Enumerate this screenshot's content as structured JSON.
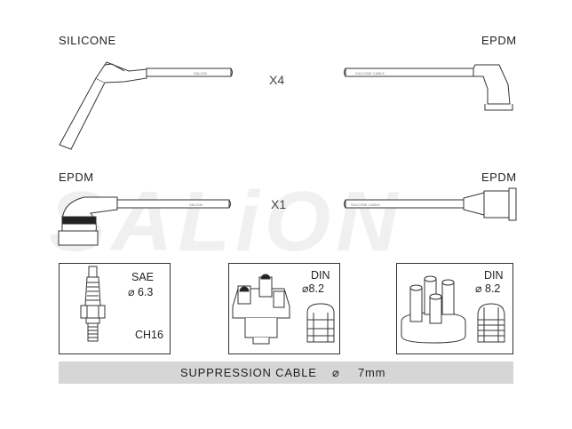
{
  "watermark": "SALiON",
  "row1": {
    "left_label": "SILICONE",
    "right_label": "EPDM",
    "multiplier": "X4"
  },
  "row2": {
    "left_label": "EPDM",
    "right_label": "EPDM",
    "multiplier": "X1"
  },
  "panels": [
    {
      "line1": "SAE",
      "line2": "⌀ 6.3",
      "extra": "CH16"
    },
    {
      "line1": "DIN",
      "line2": "⌀8.2"
    },
    {
      "line1": "DIN",
      "line2": "⌀ 8.2"
    }
  ],
  "banner": {
    "label": "SUPPRESSION CABLE",
    "symbol": "⌀",
    "value": "7mm"
  }
}
